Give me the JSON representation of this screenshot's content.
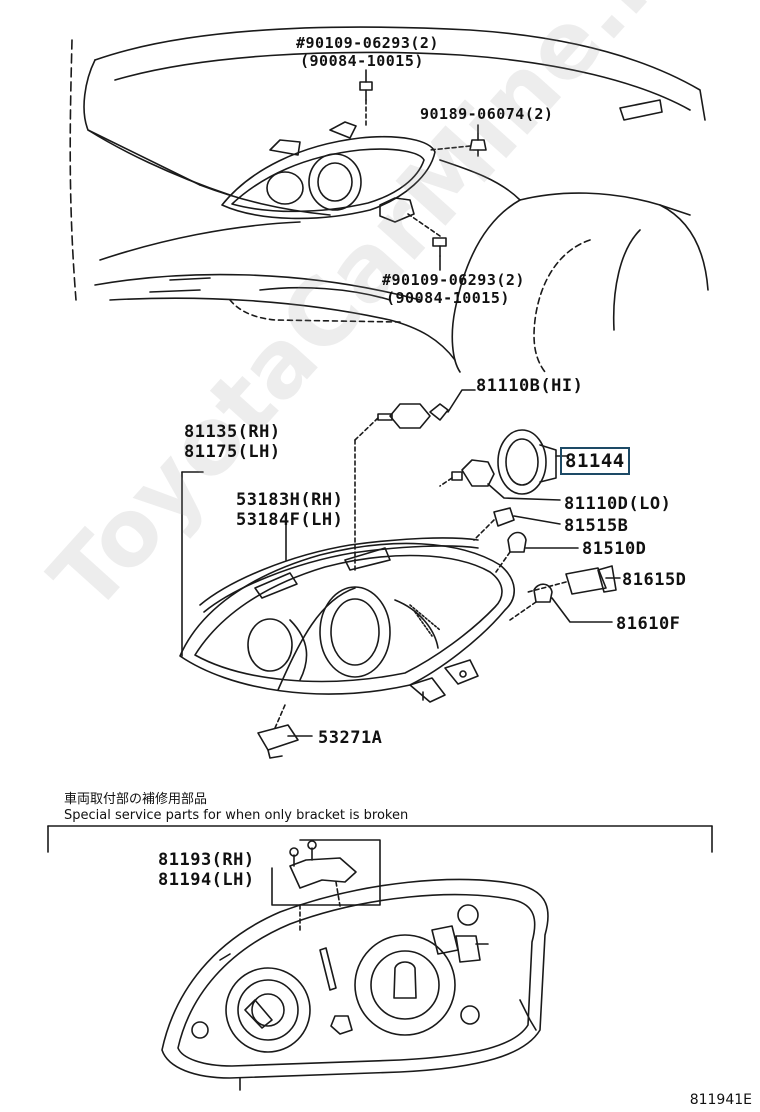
{
  "labels": {
    "top_bolt_a": "#90109-06293(2)",
    "top_bolt_b": "(90084-10015)",
    "clip": "90189-06074(2)",
    "side_bolt_a": "#90109-06293(2)",
    "side_bolt_b": "(90084-10015)",
    "bulb_hi": "81110B(HI)",
    "housing_rh": "81135(RH)",
    "housing_lh": "81175(LH)",
    "fog_lamp": "81144",
    "seal_rh": "53183H(RH)",
    "seal_lh": "53184F(LH)",
    "bulb_lo": "81110D(LO)",
    "socket_1": "81515B",
    "bulb_1": "81510D",
    "socket_2": "81615D",
    "bulb_2": "81610F",
    "bracket_clip": "53271A",
    "bracket_rh": "81193(RH)",
    "bracket_lh": "81194(LH)"
  },
  "notes": {
    "jp": "車両取付部の補修用部品",
    "en": "Special service parts for when only bracket is broken"
  },
  "figure_code": "811941E",
  "watermark": "ToyotaCarMine.ru",
  "colors": {
    "line": "#1a1a1a",
    "highlight_border": "#1d4a66",
    "watermark": "#969696"
  }
}
